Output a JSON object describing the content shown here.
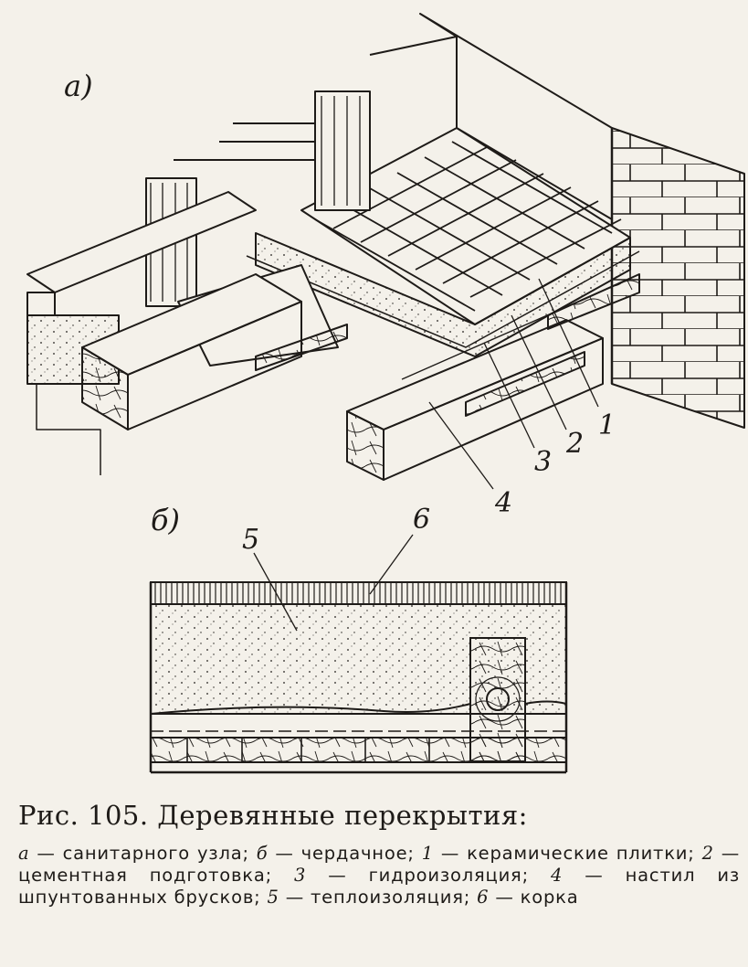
{
  "figure": {
    "part_a_label": "а)",
    "part_b_label": "б)",
    "callouts_a": [
      "1",
      "2",
      "3",
      "4"
    ],
    "callouts_b": [
      "5",
      "6"
    ]
  },
  "caption": {
    "title": "Рис. 105. Деревянные перекрытия:",
    "items": [
      {
        "key": "а",
        "text": "санитарного узла;"
      },
      {
        "key": "б",
        "text": "чердачное;"
      },
      {
        "key": "1",
        "text": "керамические плитки;"
      },
      {
        "key": "2",
        "text": "цементная подготовка;"
      },
      {
        "key": "3",
        "text": "гидроизоляция;"
      },
      {
        "key": "4",
        "text": "настил из шпунтованных брусков;"
      },
      {
        "key": "5",
        "text": "теплоизоляция;"
      },
      {
        "key": "6",
        "text": "корка"
      }
    ]
  },
  "colors": {
    "ink": "#1e1b18",
    "paper": "#f4f1ea"
  }
}
